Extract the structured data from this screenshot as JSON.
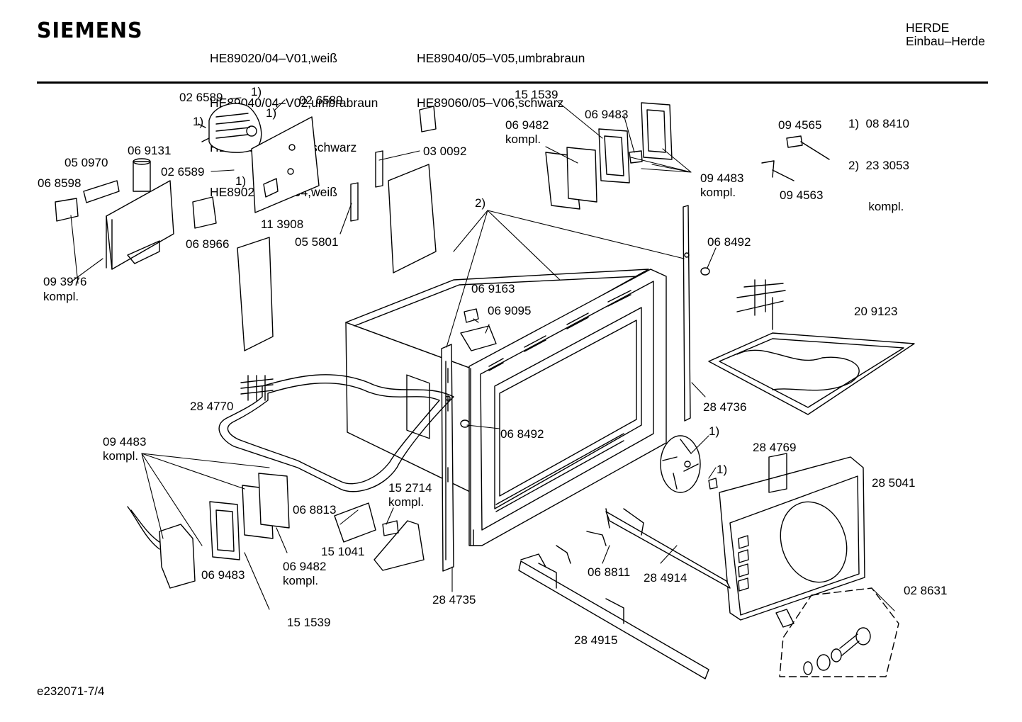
{
  "header": {
    "brand": "SIEMENS",
    "models_col1": [
      "HE89020/04–V01,weiß",
      "HE89040/04–V02,umbrabraun",
      "HE89060/04–V03,schwarz",
      "HE89020/05–V04,weiß"
    ],
    "models_col2": [
      "HE89040/05–V05,umbrabraun",
      "HE89060/05–V06,schwarz"
    ],
    "category": "HERDE",
    "subcategory": "Einbau–Herde"
  },
  "footnotes": {
    "line1": "1)  08 8410",
    "line2": "2)  23 3053",
    "line3": "      kompl."
  },
  "labels": [
    {
      "id": "l01",
      "text": "02 6589"
    },
    {
      "id": "l02",
      "text": "1)"
    },
    {
      "id": "l03",
      "text": "02 6589"
    },
    {
      "id": "l04",
      "text": "1)"
    },
    {
      "id": "l05",
      "text": "1)"
    },
    {
      "id": "l06",
      "text": "05 0970"
    },
    {
      "id": "l07",
      "text": "06 9131"
    },
    {
      "id": "l08",
      "text": "02 6589"
    },
    {
      "id": "l09",
      "text": "1)"
    },
    {
      "id": "l10",
      "text": "06 8598"
    },
    {
      "id": "l11",
      "text": "11 3908"
    },
    {
      "id": "l12",
      "text": "06 8966"
    },
    {
      "id": "l13",
      "text": "05 5801"
    },
    {
      "id": "l14",
      "text": "03 0092"
    },
    {
      "id": "l15",
      "text": "09 3976"
    },
    {
      "id": "l16",
      "text": "kompl."
    },
    {
      "id": "l17",
      "text": "15 1539"
    },
    {
      "id": "l18",
      "text": "06 9483"
    },
    {
      "id": "l19",
      "text": "06 9482"
    },
    {
      "id": "l20",
      "text": "kompl."
    },
    {
      "id": "l21",
      "text": "09 4565"
    },
    {
      "id": "l22",
      "text": "09 4483"
    },
    {
      "id": "l23",
      "text": "kompl."
    },
    {
      "id": "l24",
      "text": "09 4563"
    },
    {
      "id": "l25",
      "text": "2)"
    },
    {
      "id": "l26",
      "text": "06 8492"
    },
    {
      "id": "l27",
      "text": "06 9163"
    },
    {
      "id": "l28",
      "text": "06 9095"
    },
    {
      "id": "l29",
      "text": "20 9123"
    },
    {
      "id": "l30",
      "text": "28 4770"
    },
    {
      "id": "l31",
      "text": "28 4736"
    },
    {
      "id": "l32",
      "text": "06 8492"
    },
    {
      "id": "l33",
      "text": "1)"
    },
    {
      "id": "l34",
      "text": "09 4483"
    },
    {
      "id": "l35",
      "text": "kompl."
    },
    {
      "id": "l36",
      "text": "28 4769"
    },
    {
      "id": "l37",
      "text": "1)"
    },
    {
      "id": "l38",
      "text": "28 5041"
    },
    {
      "id": "l39",
      "text": "15 2714"
    },
    {
      "id": "l40",
      "text": "kompl."
    },
    {
      "id": "l41",
      "text": "06 8813"
    },
    {
      "id": "l42",
      "text": "15 1041"
    },
    {
      "id": "l43",
      "text": "06 9483"
    },
    {
      "id": "l44",
      "text": "06 9482"
    },
    {
      "id": "l45",
      "text": "kompl."
    },
    {
      "id": "l46",
      "text": "28 4735"
    },
    {
      "id": "l47",
      "text": "06 8811"
    },
    {
      "id": "l48",
      "text": "28 4914"
    },
    {
      "id": "l49",
      "text": "02 8631"
    },
    {
      "id": "l50",
      "text": "15 1539"
    },
    {
      "id": "l51",
      "text": "28 4915"
    }
  ],
  "doc_id": "e232071-7/4"
}
